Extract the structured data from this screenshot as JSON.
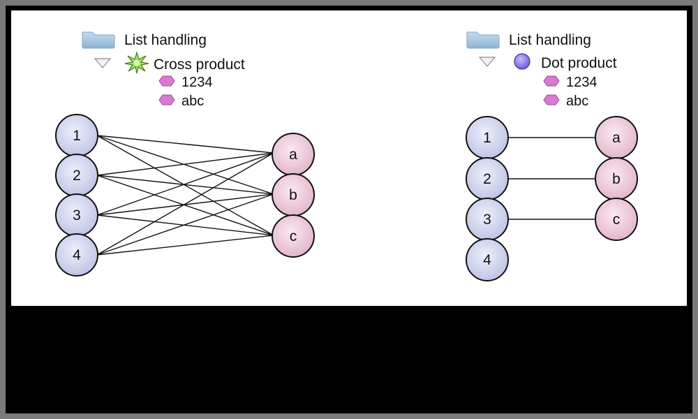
{
  "left_panel": {
    "folder_label": "List handling",
    "operation_label": "Cross product",
    "item_1": "1234",
    "item_2": "abc",
    "left_nodes": [
      "1",
      "2",
      "3",
      "4"
    ],
    "right_nodes": [
      "a",
      "b",
      "c"
    ]
  },
  "right_panel": {
    "folder_label": "List handling",
    "operation_label": "Dot product",
    "item_1": "1234",
    "item_2": "abc",
    "left_nodes": [
      "1",
      "2",
      "3",
      "4"
    ],
    "right_nodes": [
      "a",
      "b",
      "c"
    ]
  },
  "colors": {
    "left_node_fill": "#c9cde9",
    "right_node_fill": "#eac6d7",
    "item_bullet": "#d77ad0",
    "dot_icon": "#8a7bea",
    "star_icon": "#8fe04a",
    "folder": "#9cc2e0"
  },
  "icons": {
    "folder": "folder-icon",
    "disclosure": "disclosure-triangle-icon",
    "cross_product": "star-burst-icon",
    "dot_product": "purple-dot-icon",
    "item": "hexagon-bullet-icon"
  }
}
